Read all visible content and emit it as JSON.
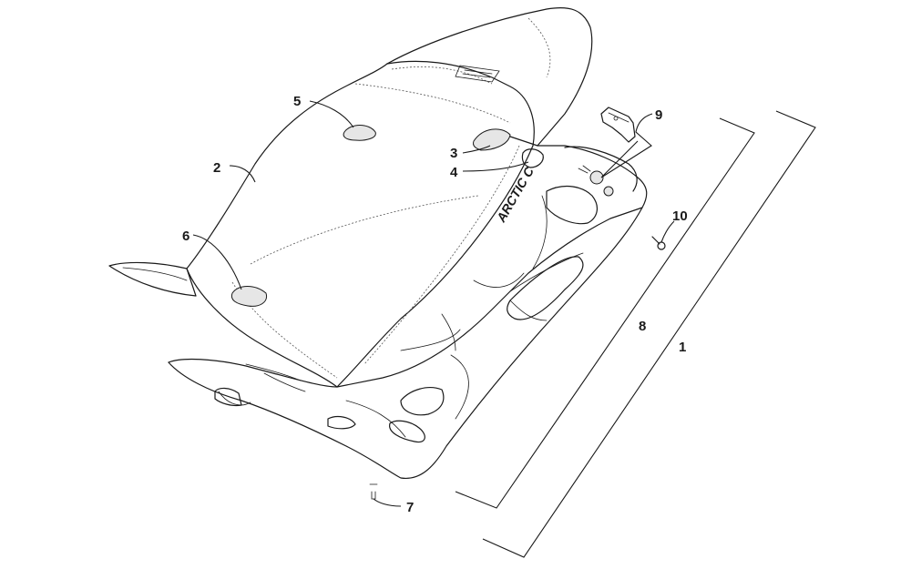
{
  "diagram": {
    "logo_text": "ARCTIC C",
    "callouts": [
      {
        "id": "1",
        "label": "1"
      },
      {
        "id": "2",
        "label": "2"
      },
      {
        "id": "3",
        "label": "3"
      },
      {
        "id": "4",
        "label": "4"
      },
      {
        "id": "5",
        "label": "5"
      },
      {
        "id": "6",
        "label": "6"
      },
      {
        "id": "7",
        "label": "7"
      },
      {
        "id": "8",
        "label": "8"
      },
      {
        "id": "9",
        "label": "9"
      },
      {
        "id": "10",
        "label": "10"
      }
    ]
  }
}
